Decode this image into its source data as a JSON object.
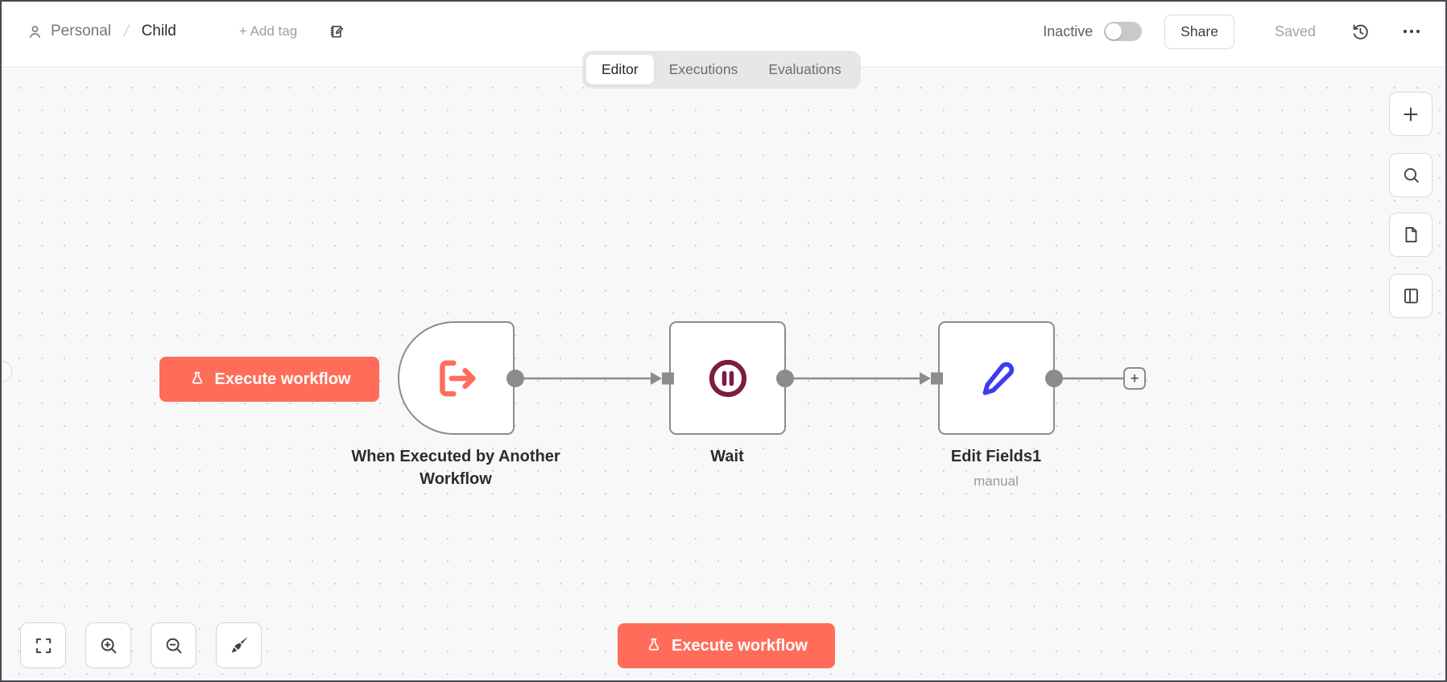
{
  "header": {
    "breadcrumb": {
      "project": "Personal",
      "separator": "/",
      "workflow": "Child"
    },
    "add_tag_label": "+ Add tag",
    "status_label": "Inactive",
    "status_active": false,
    "share_label": "Share",
    "saved_label": "Saved"
  },
  "tabs": [
    {
      "label": "Editor",
      "active": true
    },
    {
      "label": "Executions",
      "active": false
    },
    {
      "label": "Evaluations",
      "active": false
    }
  ],
  "canvas": {
    "execute_button_label": "Execute workflow",
    "nodes": [
      {
        "title": "When Executed by Another Workflow",
        "subtitle": "",
        "icon": "workflow-exit-arrow",
        "icon_color": "#ff6d5a"
      },
      {
        "title": "Wait",
        "subtitle": "",
        "icon": "pause-circle",
        "icon_color": "#7a1d43"
      },
      {
        "title": "Edit Fields1",
        "subtitle": "manual",
        "icon": "pen",
        "icon_color": "#3e3bf1"
      }
    ],
    "add_node_tip_label": "+"
  },
  "footer": {
    "execute_button_label": "Execute workflow"
  },
  "colors": {
    "accent": "#ff6d5a",
    "wait_icon": "#7a1d43",
    "edit_icon": "#3e3bf1",
    "connector": "#8c8c8c",
    "canvas_bg": "#f8f8f8"
  }
}
